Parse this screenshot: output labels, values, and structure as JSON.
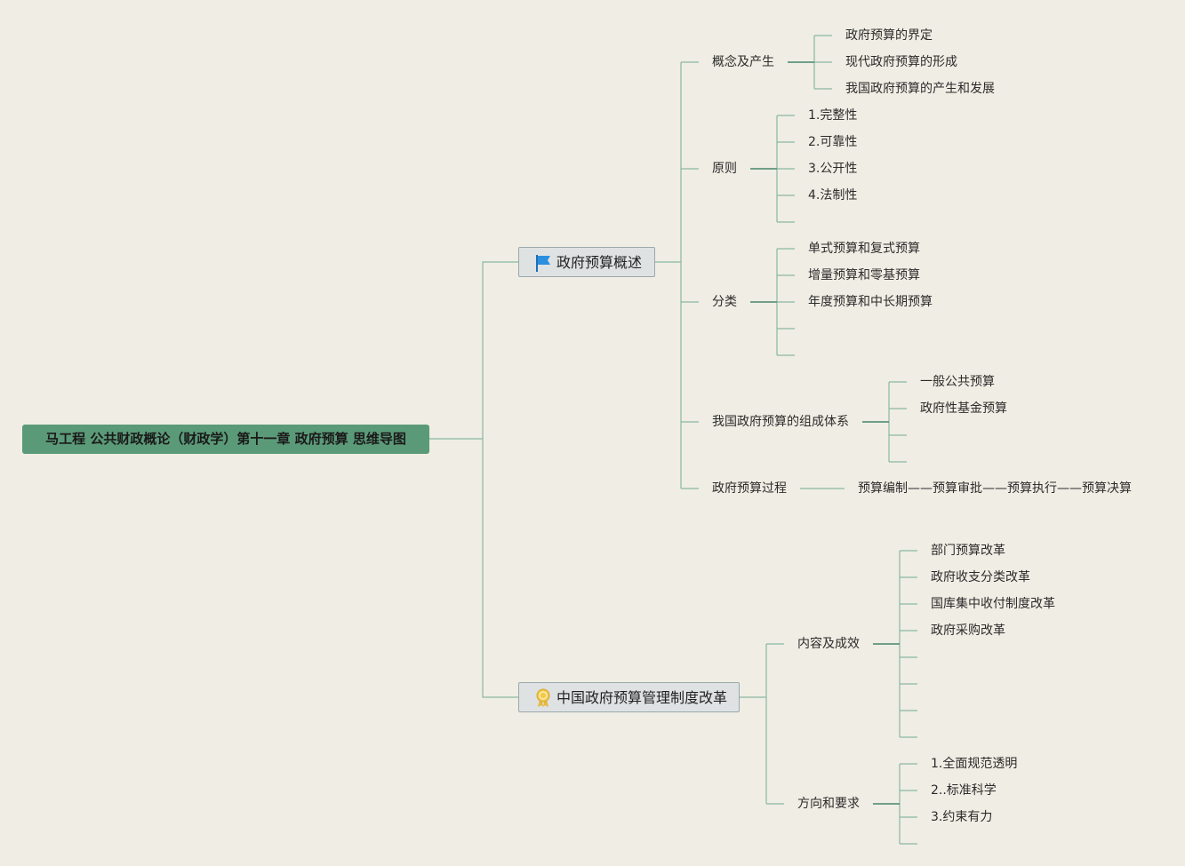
{
  "root": {
    "title": "马工程 公共财政概论（财政学）第十一章 政府预算 思维导图"
  },
  "branches": [
    {
      "label": "政府预算概述",
      "icon": "blue-flag-icon",
      "children": [
        {
          "label": "概念及产生",
          "children": [
            "政府预算的界定",
            "现代政府预算的形成",
            "我国政府预算的产生和发展"
          ]
        },
        {
          "label": "原则",
          "children": [
            "1.完整性",
            "2.可靠性",
            "3.公开性",
            "4.法制性"
          ]
        },
        {
          "label": "分类",
          "children": [
            "单式预算和复式预算",
            "增量预算和零基预算",
            "年度预算和中长期预算"
          ]
        },
        {
          "label": "我国政府预算的组成体系",
          "children": [
            "一般公共预算",
            "政府性基金预算"
          ]
        },
        {
          "label": "政府预算过程",
          "children": [
            "预算编制——预算审批——预算执行——预算决算"
          ]
        }
      ]
    },
    {
      "label": "中国政府预算管理制度改革",
      "icon": "gold-medal-icon",
      "children": [
        {
          "label": "内容及成效",
          "children": [
            "部门预算改革",
            "政府收支分类改革",
            "国库集中收付制度改革",
            "政府采购改革"
          ]
        },
        {
          "label": "方向和要求",
          "children": [
            "1.全面规范透明",
            "2..标准科学",
            "3.约束有力"
          ]
        }
      ]
    }
  ],
  "colors": {
    "background": "#f0ede4",
    "root_fill": "#5b9a78",
    "line": "#7fae96",
    "line_dark": "#4f8a70",
    "main_fill": "#dfe2e3"
  }
}
